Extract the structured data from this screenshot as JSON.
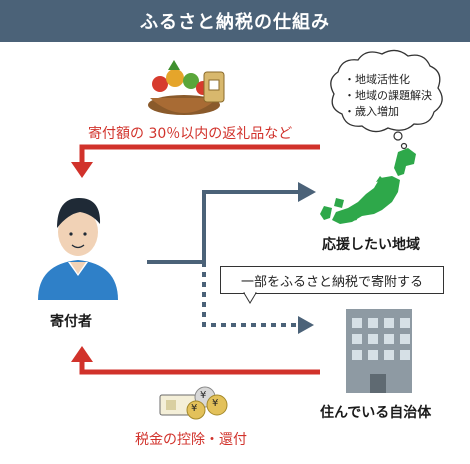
{
  "title": "ふるさと納税の仕組み",
  "gift_caption": "寄付額の 30％以内の返礼品など",
  "bubble_items": [
    "・地域活性化",
    "・地域の課題解決",
    "・歳入増加"
  ],
  "region_label": "応援したい地域",
  "donor_label": "寄付者",
  "note_text": "一部をふるさと納税で寄附する",
  "municipality_label": "住んでいる自治体",
  "tax_caption": "税金の控除・還付",
  "coin_symbol": "¥",
  "colors": {
    "header": "#4b6278",
    "arrow_red": "#d1322b",
    "arrow_steel": "#4b6278",
    "map_green": "#2ea84a",
    "building_gray": "#8e9aa3"
  }
}
